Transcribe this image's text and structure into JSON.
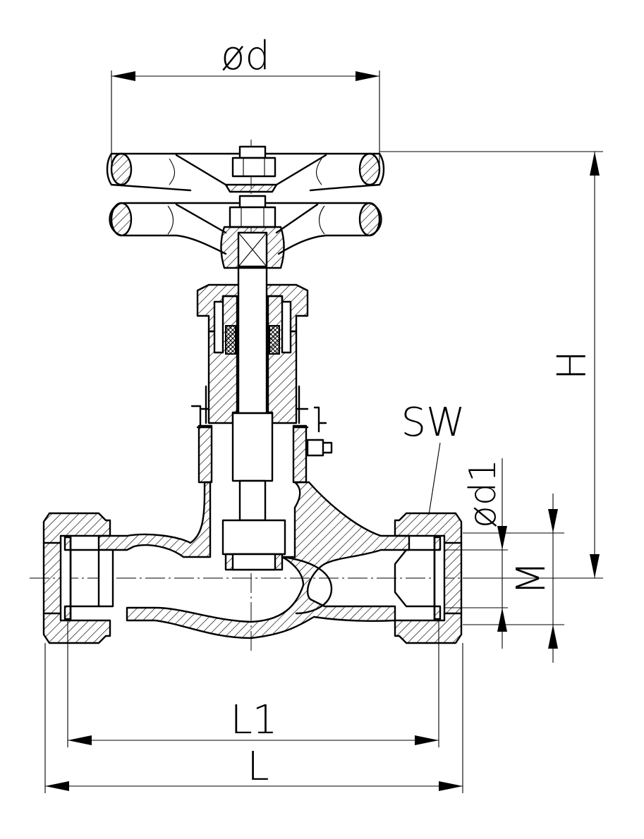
{
  "diagram": {
    "labels": {
      "handwheel_diameter": "ød",
      "height": "H",
      "wrench_size": "SW",
      "bore_diameter": "ød1",
      "thread": "M",
      "face_length": "L1",
      "overall_length": "L"
    }
  }
}
